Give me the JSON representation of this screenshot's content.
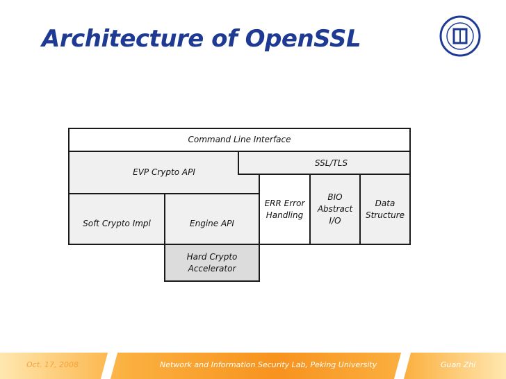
{
  "slide": {
    "title": "Architecture of OpenSSL",
    "logo_icon": "peking-university-seal-icon",
    "accent_color": "#1f3a93"
  },
  "diagram": {
    "command_line": "Command Line Interface",
    "ssl_tls": "SSL/TLS",
    "evp": "EVP Crypto API",
    "err_line1": "ERR Error",
    "err_line2": "Handling",
    "bio_line1": "BIO",
    "bio_line2": "Abstract",
    "bio_line3": "I/O",
    "data_line1": "Data",
    "data_line2": "Structure",
    "soft_crypto": "Soft Crypto Impl",
    "engine_api": "Engine API",
    "hard_line1": "Hard Crypto",
    "hard_line2": "Accelerator"
  },
  "footer": {
    "date": "Oct. 17, 2008",
    "lab": "Network and Information Security Lab, Peking University",
    "author": "Guan Zhi"
  }
}
